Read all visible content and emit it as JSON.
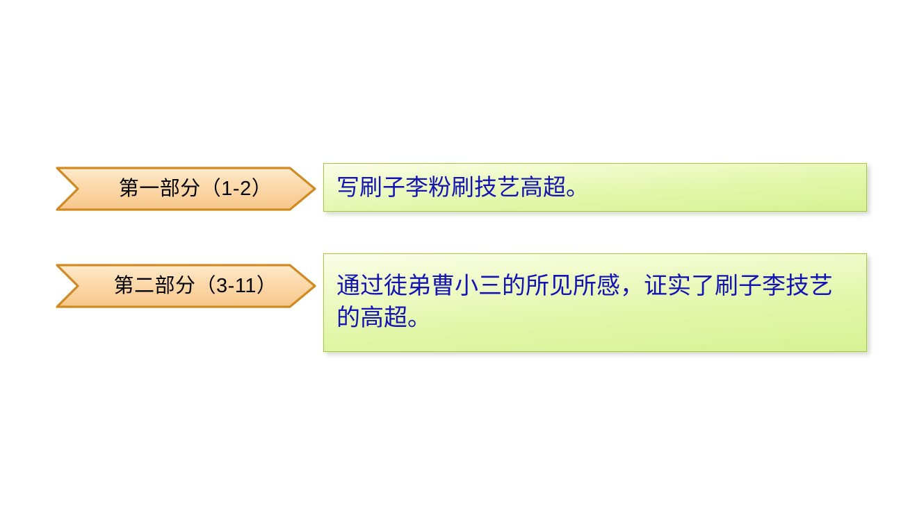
{
  "slide": {
    "background_color": "#ffffff",
    "rows": [
      {
        "label": "第一部分（1-2）",
        "text": "写刷子李粉刷技艺高超。"
      },
      {
        "label": "第二部分（3-11）",
        "text": "通过徒弟曹小三的所见所感，证实了刷子李技艺的高超。"
      }
    ]
  },
  "colors": {
    "chevron_fill_light": "#fde3bd",
    "chevron_fill_dark": "#f9c98d",
    "chevron_border": "#d18a22",
    "chevron_text": "#000000",
    "box_fill_top": "#fbfde9",
    "box_fill_bottom": "#d7f293",
    "box_border": "#a8c83c",
    "box_text": "#1414b4"
  }
}
